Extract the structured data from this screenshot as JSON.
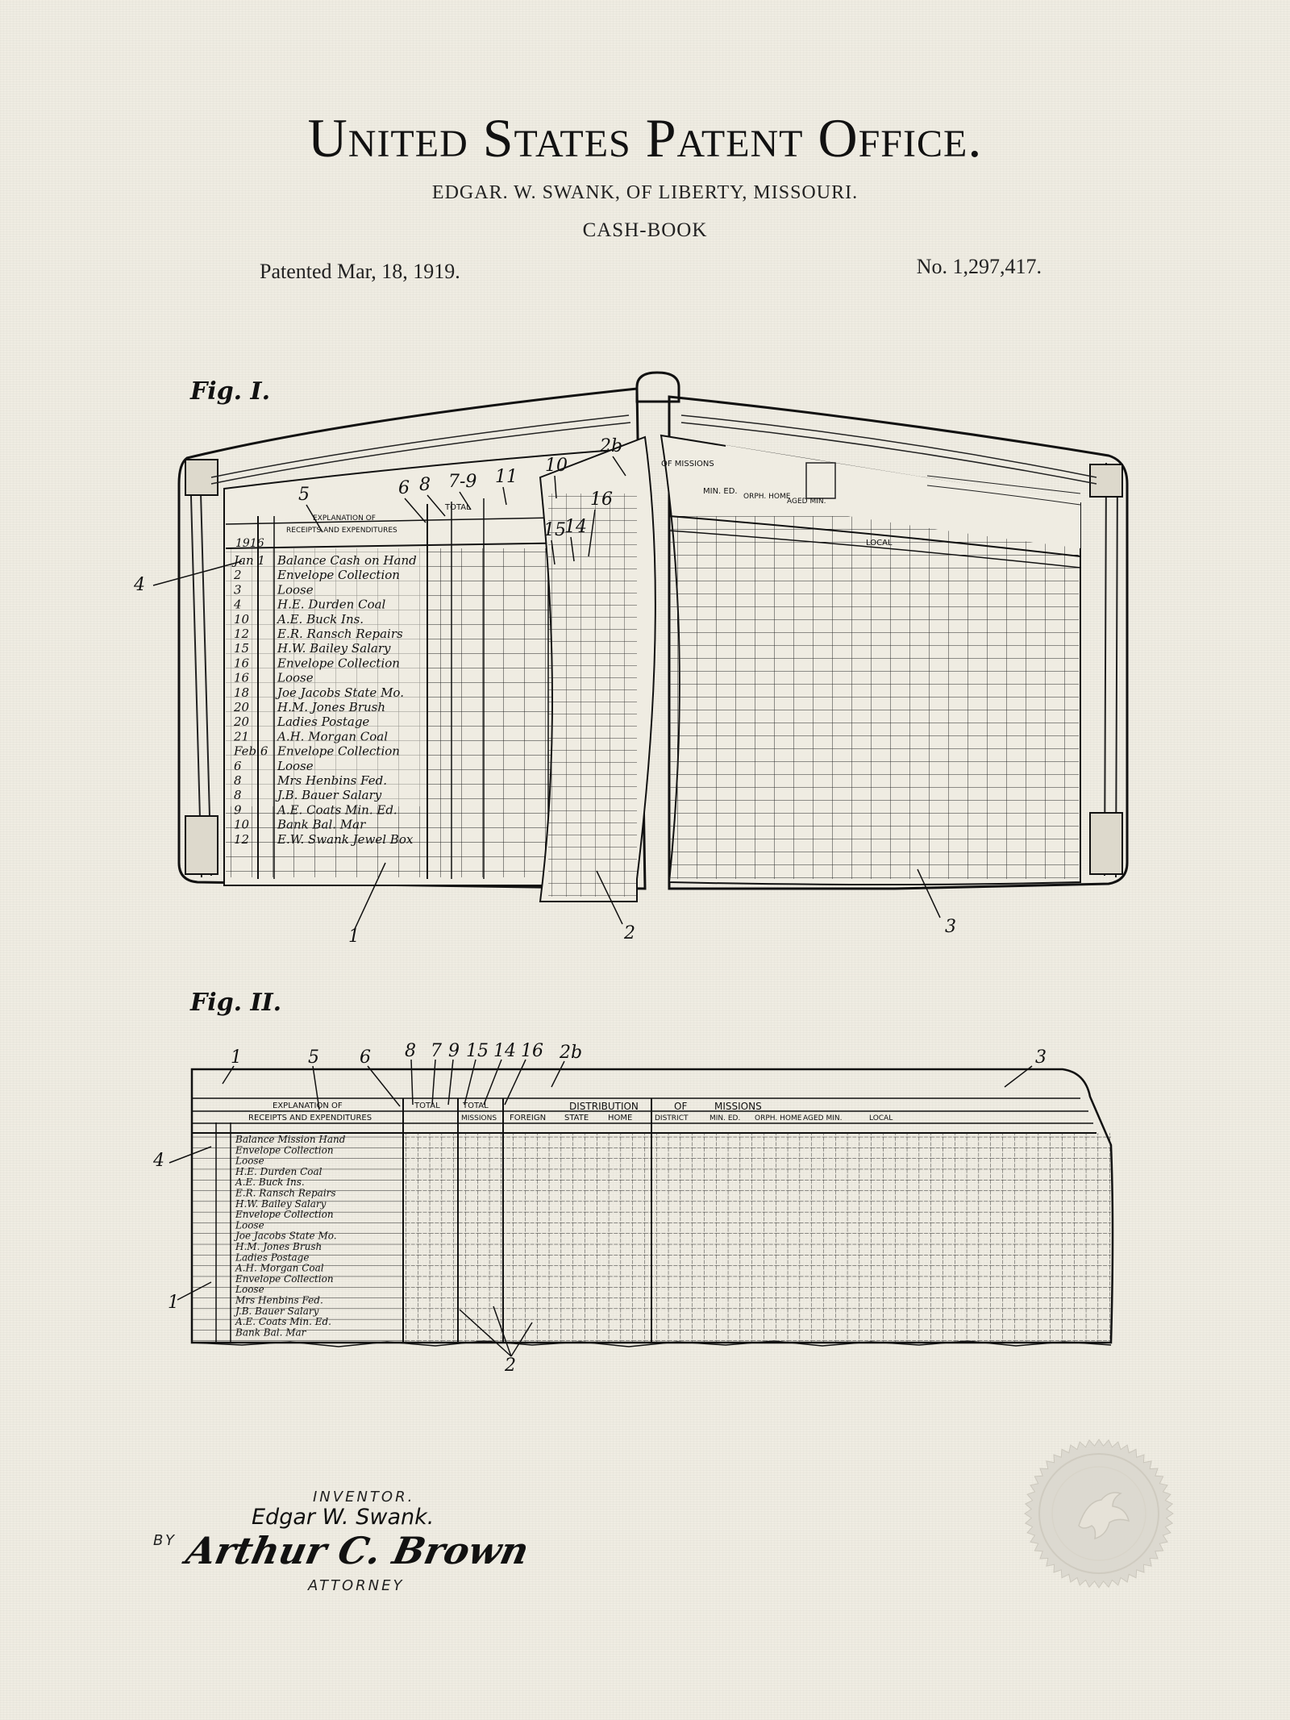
{
  "header": {
    "office": "United States Patent Office.",
    "inventor_line": "EDGAR. W. SWANK, OF LIBERTY, MISSOURI.",
    "subject": "CASH-BOOK",
    "patented": "Patented Mar, 18, 1919.",
    "number": "No. 1,297,417."
  },
  "figures": {
    "fig1": {
      "label": "Fig. I.",
      "ref_numbers": [
        "4",
        "5",
        "6",
        "8",
        "7-9",
        "11",
        "10",
        "2b",
        "15",
        "14",
        "16",
        "1",
        "2",
        "3"
      ],
      "ledger_headings": [
        "EXPLANATION OF",
        "RECEIPTS AND EXPENDITURES",
        "TOTAL",
        "OF MISSIONS",
        "MIN. ED.",
        "ORPH. HOME",
        "AGED MIN.",
        "LOCAL"
      ],
      "year": "1916",
      "entries": [
        {
          "date": "Jan 1",
          "text": "Balance Cash on Hand"
        },
        {
          "date": "2",
          "text": "Envelope Collection"
        },
        {
          "date": "3",
          "text": "Loose"
        },
        {
          "date": "4",
          "text": "H.E. Durden Coal"
        },
        {
          "date": "10",
          "text": "A.E. Buck Ins."
        },
        {
          "date": "12",
          "text": "E.R. Ransch Repairs"
        },
        {
          "date": "15",
          "text": "H.W. Bailey Salary"
        },
        {
          "date": "16",
          "text": "Envelope Collection"
        },
        {
          "date": "16",
          "text": "Loose"
        },
        {
          "date": "18",
          "text": "Joe Jacobs State Mo."
        },
        {
          "date": "20",
          "text": "H.M. Jones Brush"
        },
        {
          "date": "20",
          "text": "Ladies Postage"
        },
        {
          "date": "21",
          "text": "A.H. Morgan Coal"
        },
        {
          "date": "Feb 6",
          "text": "Envelope Collection"
        },
        {
          "date": "6",
          "text": "Loose"
        },
        {
          "date": "8",
          "text": "Mrs Henbins Fed."
        },
        {
          "date": "8",
          "text": "J.B. Bauer Salary"
        },
        {
          "date": "9",
          "text": "A.E. Coats Min. Ed."
        },
        {
          "date": "10",
          "text": "Bank Bal. Mar"
        },
        {
          "date": "12",
          "text": "E.W. Swank Jewel Box"
        }
      ]
    },
    "fig2": {
      "label": "Fig. II.",
      "ref_numbers": [
        "1",
        "5",
        "6",
        "8",
        "7",
        "9",
        "15",
        "14",
        "16",
        "2b",
        "3",
        "4",
        "1",
        "2"
      ],
      "headings_top": [
        "EXPLANATION OF",
        "TOTAL",
        "TOTAL",
        "DISTRIBUTION",
        "OF",
        "MISSIONS"
      ],
      "headings_sub": [
        "RECEIPTS AND EXPENDITURES",
        "MISSIONS",
        "FOREIGN",
        "STATE",
        "HOME",
        "DISTRICT",
        "MIN. ED.",
        "ORPH. HOME",
        "AGED MIN.",
        "LOCAL"
      ],
      "entries": [
        "Balance Mission Hand",
        "Envelope Collection",
        "Loose",
        "H.E. Durden Coal",
        "A.E. Buck Ins.",
        "E.R. Ransch Repairs",
        "H.W. Bailey Salary",
        "Envelope Collection",
        "Loose",
        "Joe Jacobs State Mo.",
        "H.M. Jones Brush",
        "Ladies Postage",
        "A.H. Morgan Coal",
        "Envelope Collection",
        "Loose",
        "Mrs Henbins Fed.",
        "J.B. Bauer Salary",
        "A.E. Coats Min. Ed.",
        "Bank Bal. Mar"
      ]
    }
  },
  "signature": {
    "inventor_label": "INVENTOR.",
    "inventor_name": "Edgar W. Swank.",
    "by": "BY",
    "attorney_signature": "Arthur C. Brown",
    "attorney_label": "ATTORNEY"
  },
  "seal": {
    "icon": "eagle-seal-icon",
    "color": "#dcd9d0"
  }
}
